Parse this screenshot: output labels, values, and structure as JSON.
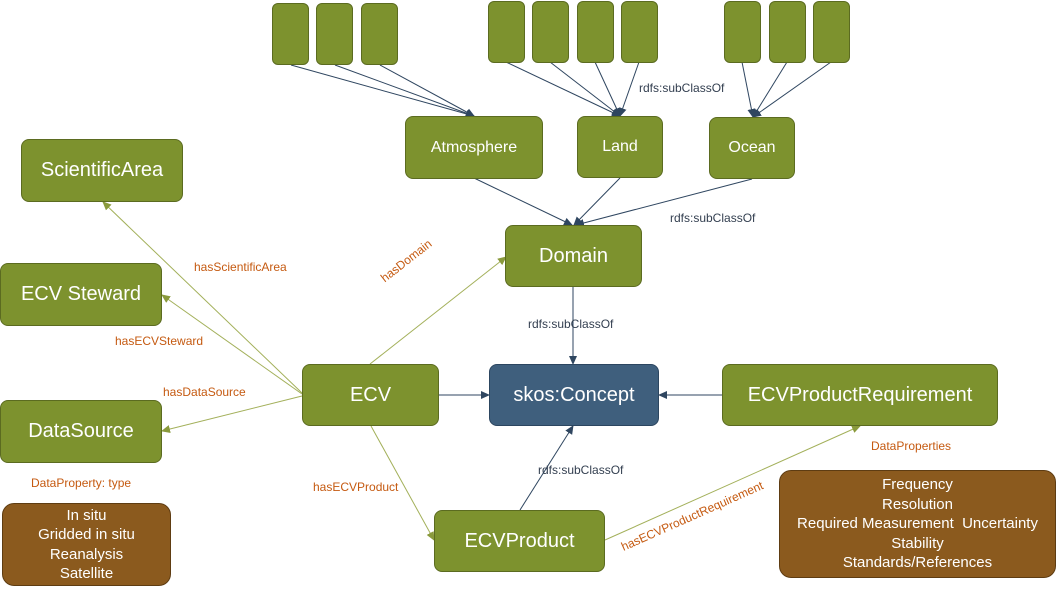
{
  "nodes": {
    "scientific_area": "ScientificArea",
    "ecv_steward": "ECV Steward",
    "data_source": "DataSource",
    "atmosphere": "Atmosphere",
    "land": "Land",
    "ocean": "Ocean",
    "domain": "Domain",
    "ecv": "ECV",
    "skos_concept": "skos:Concept",
    "ecv_product_requirement": "ECVProductRequirement",
    "ecv_product": "ECVProduct"
  },
  "edge_labels": {
    "subclass_top": "rdfs:subClassOf",
    "subclass_ocean": "rdfs:subClassOf",
    "subclass_domain": "rdfs:subClassOf",
    "subclass_product": "rdfs:subClassOf",
    "has_scientific_area": "hasScientificArea",
    "has_domain": "hasDomain",
    "has_ecv_steward": "hasECVSteward",
    "has_data_source": "hasDataSource",
    "has_ecv_product": "hasECVProduct",
    "has_ecv_product_requirement": "hasECVProductRequirement",
    "data_properties": "DataProperties",
    "data_property_type": "DataProperty: type"
  },
  "data_source_types": [
    "In situ",
    "Gridded in situ",
    "Reanalysis",
    "Satellite"
  ],
  "requirement_properties": [
    "Frequency",
    "Resolution",
    "Required Measurement  Uncertainty",
    "Stability",
    "Standards/References"
  ],
  "colors": {
    "node_green": "#7d922e",
    "concept_blue": "#3f5f7d",
    "property_brown": "#8b5a1e",
    "property_edge": "#a3b05a",
    "subclass_edge": "#2f4660",
    "label_orange": "#c55a11"
  }
}
